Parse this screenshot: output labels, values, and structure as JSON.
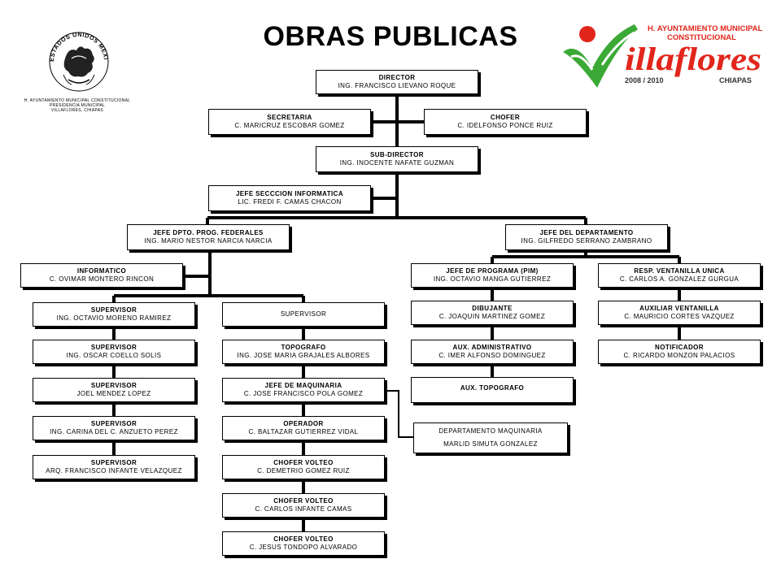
{
  "header": {
    "title": "OBRAS PUBLICAS",
    "seal_caption": [
      "H. AYUNTAMIENTO MUNICIPAL CONSTITUCIONAL",
      "PRESIDENCIA MUNICIPAL",
      "VILLAFLORES, CHIAPAS"
    ],
    "seal_ring_text": "ESTADOS UNIDOS MEXICANOS",
    "logo": {
      "line1": "H. AYUNTAMIENTO MUNICIPAL",
      "line2": "CONSTITUCIONAL",
      "name": "illaflores",
      "years": "2008 / 2010",
      "state": "CHIAPAS",
      "red": "#e2261c",
      "green": "#3aa935"
    }
  },
  "nodes": {
    "director": {
      "title": "DIRECTOR",
      "name": "ING. FRANCISCO LIEVANO ROQUE"
    },
    "secretaria": {
      "title": "SECRETARIA",
      "name": "C. MARICRUZ ESCOBAR GOMEZ"
    },
    "chofer": {
      "title": "CHOFER",
      "name": "C. IDELFONSO PONCE RUIZ"
    },
    "subdirector": {
      "title": "SUB-DIRECTOR",
      "name": "ING. INOCENTE NAFATE GUZMAN"
    },
    "informatica": {
      "title": "JEFE SECCCION INFORMATICA",
      "name": "LIC. FREDI F. CAMAS CHACON"
    },
    "jefe_federales": {
      "title": "JEFE DPTO. PROG. FEDERALES",
      "name": "ING. MARIO NESTOR NARCIA NARCIA"
    },
    "jefe_departamento": {
      "title": "JEFE DEL DEPARTAMENTO",
      "name": "ING. GILFREDO SERRANO ZAMBRANO"
    },
    "informatico": {
      "title": "INFORMATICO",
      "name": "C. OVIMAR MONTERO RINCON"
    },
    "supervisor_1": {
      "title": "SUPERVISOR",
      "name": "ING. OCTAVIO MORENO RAMIREZ"
    },
    "supervisor_2": {
      "title": "SUPERVISOR",
      "name": "ING. OSCAR COELLO SOLIS"
    },
    "supervisor_3": {
      "title": "SUPERVISOR",
      "name": "JOEL MENDEZ LOPEZ"
    },
    "supervisor_4": {
      "title": "SUPERVISOR",
      "name": "ING. CARINA DEL C. ANZUETO PEREZ"
    },
    "supervisor_5": {
      "title": "SUPERVISOR",
      "name": "ARQ. FRANCISCO INFANTE VELAZQUEZ"
    },
    "supervisor_6": {
      "title": "SUPERVISOR",
      "name": ""
    },
    "topografo": {
      "title": "TOPOGRAFO",
      "name": "ING. JOSE MARIA GRAJALES ALBORES"
    },
    "jefe_maquinaria": {
      "title": "JEFE DE MAQUINARIA",
      "name": "C. JOSE FRANCISCO POLA GOMEZ"
    },
    "operador": {
      "title": "OPERADOR",
      "name": "C. BALTAZAR GUTIERREZ VIDAL"
    },
    "chofer_volteo_1": {
      "title": "CHOFER VOLTEO",
      "name": "C. DEMETRIO GOMEZ RUIZ"
    },
    "chofer_volteo_2": {
      "title": "CHOFER VOLTEO",
      "name": "C. CARLOS INFANTE CAMAS"
    },
    "chofer_volteo_3": {
      "title": "CHOFER VOLTEO",
      "name": "C. JESUS TONDOPO ALVARADO"
    },
    "depto_maquinaria": {
      "title": "DEPARTAMENTO MAQUINARIA",
      "name": "MARLID SIMUTA GONZALEZ"
    },
    "jefe_programa": {
      "title": "JEFE DE PROGRAMA (PIM)",
      "name": "ING. OCTAVIO MANGA GUTIERREZ"
    },
    "dibujante": {
      "title": "DIBUJANTE",
      "name": "C. JOAQUIN MARTINEZ GOMEZ"
    },
    "aux_administrativo": {
      "title": "AUX. ADMINISTRATIVO",
      "name": "C. IMER ALFONSO DOMINGUEZ"
    },
    "aux_topografo": {
      "title": "AUX. TOPOGRAFO",
      "name": ""
    },
    "resp_ventanilla": {
      "title": "RESP. VENTANILLA UNICA",
      "name": "C. CARLOS A. GONZALEZ GURGUA"
    },
    "auxiliar_ventanilla": {
      "title": "AUXILIAR VENTANILLA",
      "name": "C. MAURICIO CORTES VAZQUEZ"
    },
    "notificador": {
      "title": "NOTIFICADOR",
      "name": "C. RICARDO MONZON PALACIOS"
    }
  }
}
